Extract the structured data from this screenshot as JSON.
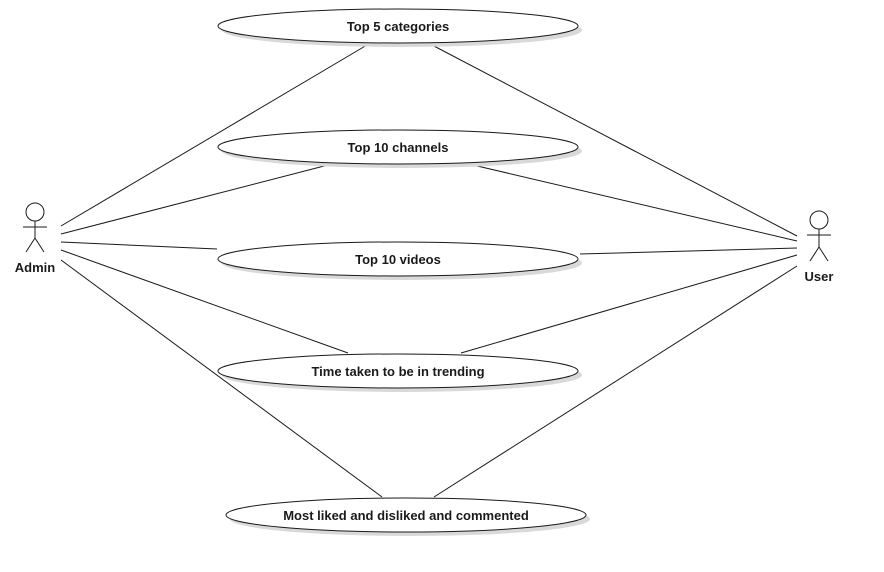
{
  "actors": {
    "admin": {
      "name": "Admin"
    },
    "user": {
      "name": "User"
    }
  },
  "use_cases": [
    {
      "id": "uc1",
      "label": "Top 5 categories"
    },
    {
      "id": "uc2",
      "label": "Top 10 channels"
    },
    {
      "id": "uc3",
      "label": "Top 10 videos"
    },
    {
      "id": "uc4",
      "label": "Time taken to be in trending"
    },
    {
      "id": "uc5",
      "label": "Most liked and disliked and commented"
    }
  ],
  "associations": [
    {
      "actor": "admin",
      "use_case": "uc1"
    },
    {
      "actor": "admin",
      "use_case": "uc2"
    },
    {
      "actor": "admin",
      "use_case": "uc3"
    },
    {
      "actor": "admin",
      "use_case": "uc4"
    },
    {
      "actor": "admin",
      "use_case": "uc5"
    },
    {
      "actor": "user",
      "use_case": "uc1"
    },
    {
      "actor": "user",
      "use_case": "uc2"
    },
    {
      "actor": "user",
      "use_case": "uc3"
    },
    {
      "actor": "user",
      "use_case": "uc4"
    },
    {
      "actor": "user",
      "use_case": "uc5"
    }
  ]
}
